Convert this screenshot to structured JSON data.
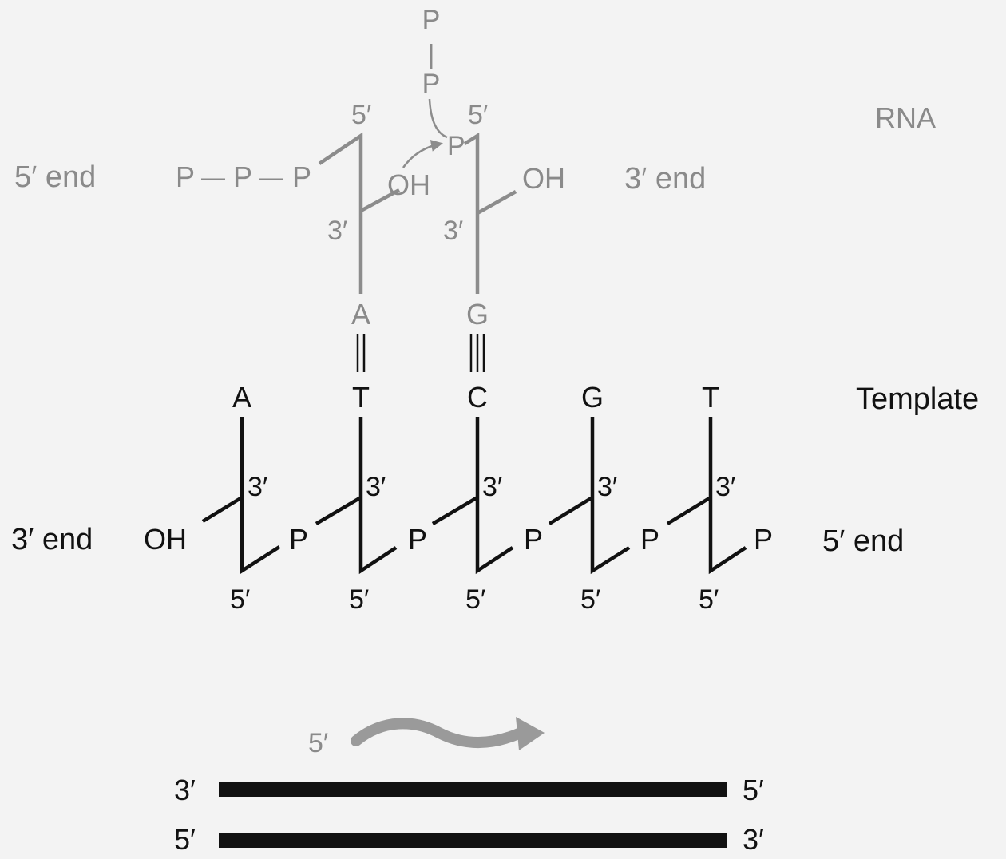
{
  "colors": {
    "rna": "#8a8a8a",
    "template": "#111111",
    "background": "#f3f3f3"
  },
  "labels": {
    "rna": "RNA",
    "template": "Template",
    "rna_5end": "5′ end",
    "rna_3end": "3′ end",
    "tpl_3end": "3′ end",
    "tpl_5end": "5′ end",
    "oh": "OH",
    "p": "P",
    "five_prime": "5′",
    "three_prime": "3′",
    "dash": "—",
    "bar": "|"
  },
  "rna_bases": [
    "A",
    "G"
  ],
  "template_bases": [
    "A",
    "T",
    "C",
    "G",
    "T"
  ],
  "overview": {
    "rna_start": "5′",
    "top_left": "3′",
    "top_right": "5′",
    "bottom_left": "5′",
    "bottom_right": "3′"
  }
}
